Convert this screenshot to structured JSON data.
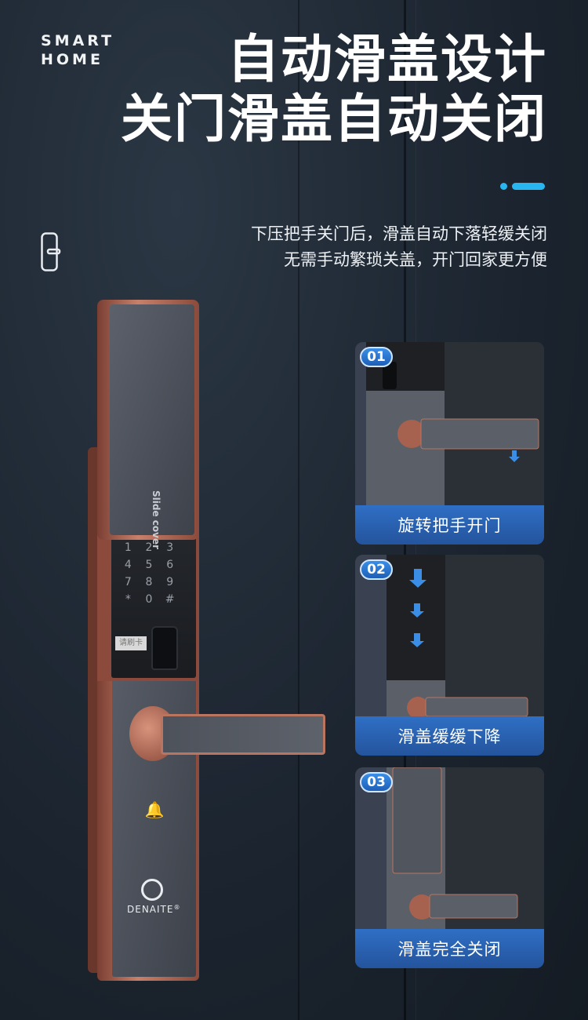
{
  "brand": {
    "line1": "SMART",
    "line2": "HOME"
  },
  "headline": {
    "line1": "自动滑盖设计",
    "line2": "关门滑盖自动关闭"
  },
  "subtitle": {
    "line1": "下压把手关门后，滑盖自动下落轻缓关闭",
    "line2": "无需手动繁琐关盖，开门回家更方便"
  },
  "lock": {
    "slide_label": "Slide cover",
    "keypad": [
      "1",
      "2",
      "3",
      "4",
      "5",
      "6",
      "7",
      "8",
      "9",
      "*",
      "0",
      "#"
    ],
    "tag_label": "请刷卡",
    "logo_text": "DENAITE",
    "reg_mark": "®"
  },
  "steps": [
    {
      "num": "01",
      "caption": "旋转把手开门"
    },
    {
      "num": "02",
      "caption": "滑盖缓缓下降"
    },
    {
      "num": "03",
      "caption": "滑盖完全关闭"
    }
  ],
  "colors": {
    "accent": "#29b6f0",
    "caption_blue": "#2f6fc5",
    "copper": "#b06a55"
  },
  "icons": [
    "door-lock-icon",
    "bell-icon",
    "fingerprint-icon",
    "down-arrow-icon"
  ]
}
